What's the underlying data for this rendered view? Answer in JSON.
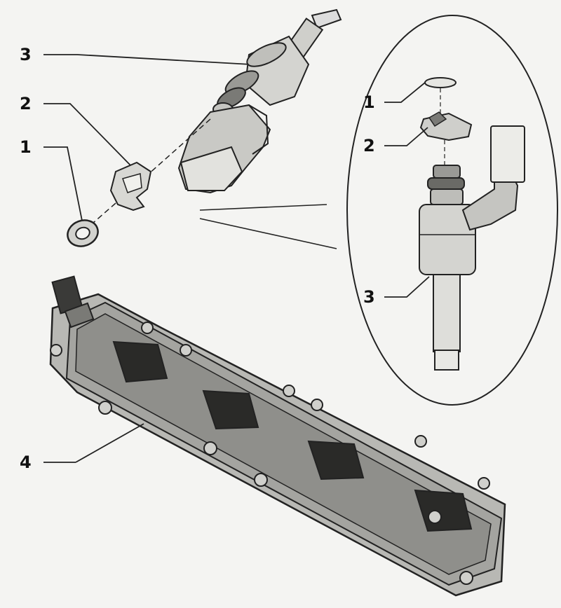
{
  "callouts": {
    "left_3": "3",
    "left_2": "2",
    "left_1": "1",
    "inset_1": "1",
    "inset_2": "2",
    "inset_3": "3",
    "manifold_4": "4"
  },
  "colors": {
    "ink": "#111111",
    "part_light": "#d8d8d4",
    "part_mid": "#a8a8a4",
    "part_dark": "#555555",
    "background": "#f4f4f2"
  }
}
